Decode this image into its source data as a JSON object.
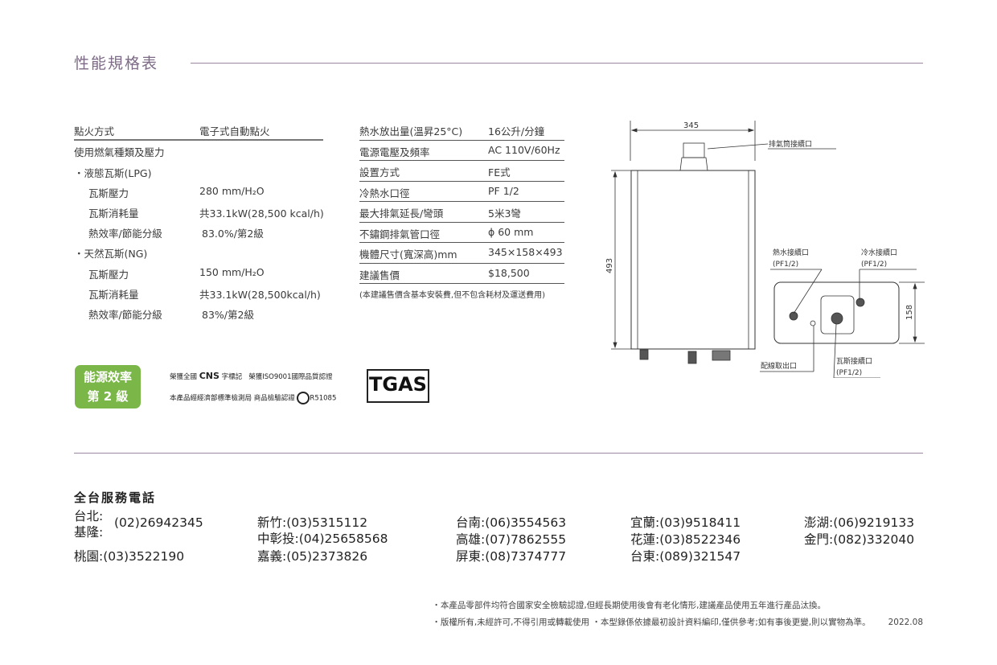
{
  "title": "性能規格表",
  "left_specs": [
    {
      "label": "點火方式",
      "value": "電子式自動點火"
    },
    {
      "label": "使用燃氣種類及壓力",
      "value": ""
    },
    {
      "label": "・液態瓦斯(LPG)",
      "value": ""
    },
    {
      "label": "瓦斯壓力",
      "value": "280 mm/H₂O"
    },
    {
      "label": "瓦斯消耗量",
      "value": "共33.1kW(28,500 kcal/h)"
    },
    {
      "label": "熱效率/節能分級",
      "value": "83.0%/第2級"
    },
    {
      "label": "・天然瓦斯(NG)",
      "value": ""
    },
    {
      "label": "瓦斯壓力",
      "value": "150 mm/H₂O"
    },
    {
      "label": "瓦斯消耗量",
      "value": "共33.1kW(28,500kcal/h)"
    },
    {
      "label": "熱效率/節能分級",
      "value": "83%/第2級"
    }
  ],
  "mid_specs": [
    {
      "label": "熱水放出量(溫昇25°C)",
      "value": "16公升/分鐘"
    },
    {
      "label": "電源電壓及頻率",
      "value": "AC 110V/60Hz"
    },
    {
      "label": "設置方式",
      "value": "FE式"
    },
    {
      "label": "冷熱水口徑",
      "value": "PF 1/2"
    },
    {
      "label": "最大排氣延長/彎頭",
      "value": "5米3彎"
    },
    {
      "label": "不鏽鋼排氣管口徑",
      "value": "ϕ 60 mm"
    },
    {
      "label": "機體尺寸(寬深高)mm",
      "value": "345×158×493"
    },
    {
      "label": "建議售價",
      "value": "$18,500"
    }
  ],
  "price_note": "(本建議售價含基本安裝費,但不包含耗材及運送費用)",
  "diagram": {
    "width": "345",
    "height": "493",
    "depth": "158",
    "exhaust": "排氣筒接續口",
    "hot": "熱水接續口",
    "hot_size": "(PF1/2)",
    "cold": "冷水接續口",
    "cold_size": "(PF1/2)",
    "wiring": "配線取出口",
    "gas": "瓦斯接續口",
    "gas_size": "(PF1/2)"
  },
  "badge": {
    "line1": "能源效率",
    "line2": "第 2 級",
    "color": "#7ab648"
  },
  "certs": {
    "cns_pre": "榮獲全國",
    "cns_post": "字標記",
    "iso": "榮獲ISO9001國際品質認證",
    "bsmi": "本產品經經濟部標準檢測局 商品檢驗認證",
    "bsmi_no": "R51085",
    "tgas": "TGAS"
  },
  "service": {
    "title": "全台服務電話",
    "columns": [
      [
        {
          "city": "台北:",
          "phone": ""
        },
        {
          "city": "基隆:",
          "phone": "(02)26942345"
        },
        {
          "city": "桃園:",
          "phone": "(03)3522190"
        }
      ],
      [
        {
          "city": "新竹:",
          "phone": "(03)5315112"
        },
        {
          "city": "中彰投:",
          "phone": "(04)25658568"
        },
        {
          "city": "嘉義:",
          "phone": "(05)2373826"
        }
      ],
      [
        {
          "city": "台南:",
          "phone": "(06)3554563"
        },
        {
          "city": "高雄:",
          "phone": "(07)7862555"
        },
        {
          "city": "屏東:",
          "phone": "(08)7374777"
        }
      ],
      [
        {
          "city": "宜蘭:",
          "phone": "(03)9518411"
        },
        {
          "city": "花蓮:",
          "phone": "(03)8522346"
        },
        {
          "city": "台東:",
          "phone": "(089)321547"
        }
      ],
      [
        {
          "city": "澎湖:",
          "phone": "(06)9219133"
        },
        {
          "city": "金門:",
          "phone": "(082)332040"
        }
      ]
    ]
  },
  "footer": {
    "line1": "・本產品零部件均符合國家安全檢驗認證,但經長期使用後會有老化情形,建議產品使用五年進行產品汰換。",
    "line2": "・版權所有,未經許可,不得引用或轉載使用 ・本型錄係依據最初設計資料編印,僅供參考;如有事後更變,則以實物為準。",
    "date": "2022.08"
  }
}
